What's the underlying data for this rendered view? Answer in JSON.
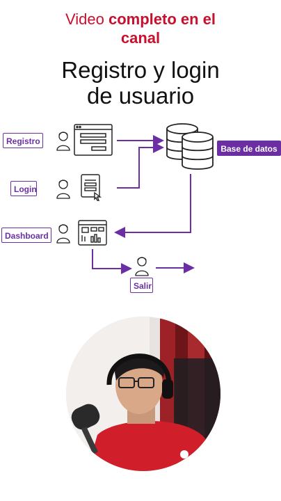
{
  "promo": {
    "line1_prefix": "Video ",
    "line1_bold": "completo en el",
    "line2_bold": "canal"
  },
  "title": {
    "line1": "Registro y login",
    "line2": "de usuario"
  },
  "diagram": {
    "registro": "Registro",
    "login": "Login",
    "dashboard": "Dashboard",
    "salir": "Salir",
    "base_de_datos": "Base de datos"
  },
  "colors": {
    "accent": "#6b2fa3",
    "promo": "#c8102e"
  }
}
